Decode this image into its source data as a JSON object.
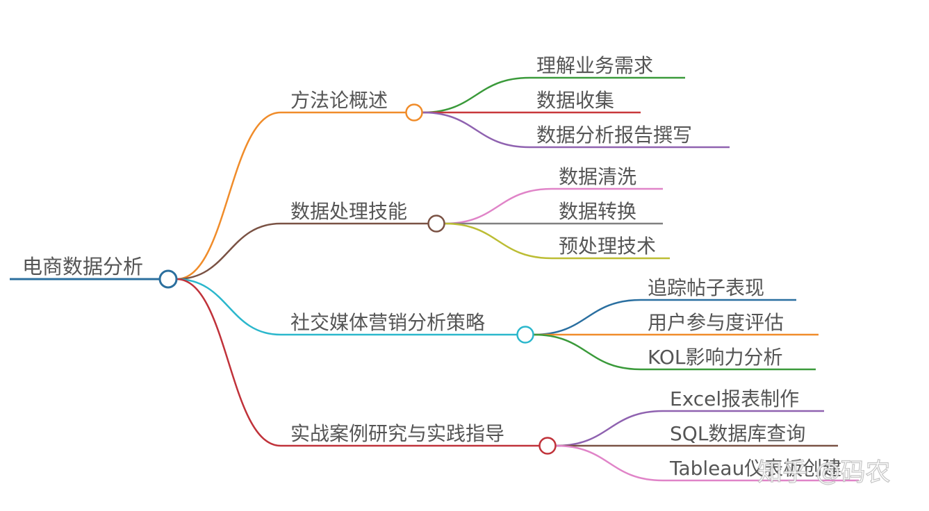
{
  "root": {
    "label": "电商数据分析",
    "color": "#2b6f9e"
  },
  "branches": [
    {
      "label": "方法论概述",
      "color": "#f08c2a",
      "children": [
        {
          "label": "理解业务需求",
          "color": "#3a9a3a"
        },
        {
          "label": "数据收集",
          "color": "#c8383b"
        },
        {
          "label": "数据分析报告撰写",
          "color": "#8f62b0"
        }
      ]
    },
    {
      "label": "数据处理技能",
      "color": "#7a5244",
      "children": [
        {
          "label": "数据清洗",
          "color": "#e084c8"
        },
        {
          "label": "数据转换",
          "color": "#808080"
        },
        {
          "label": "预处理技术",
          "color": "#bcbd34"
        }
      ]
    },
    {
      "label": "社交媒体营销分析策略",
      "color": "#2bb7cc",
      "children": [
        {
          "label": "追踪帖子表现",
          "color": "#2a6fa0"
        },
        {
          "label": "用户参与度评估",
          "color": "#f08c2a"
        },
        {
          "label": "KOL影响力分析",
          "color": "#3a9a3a"
        }
      ]
    },
    {
      "label": "实战案例研究与实践指导",
      "color": "#c0323a",
      "children": [
        {
          "label": "Excel报表制作",
          "color": "#8f62b0"
        },
        {
          "label": "SQL数据库查询",
          "color": "#7a5244"
        },
        {
          "label": "Tableau仪表板创建",
          "color": "#e084c8"
        }
      ]
    }
  ],
  "watermark": "知乎 @码农"
}
